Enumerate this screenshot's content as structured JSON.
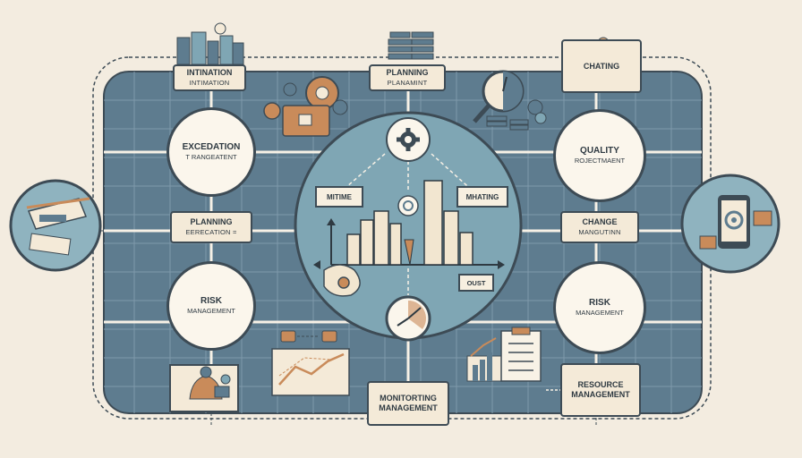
{
  "nodes": {
    "top_left": {
      "line1": "INTINATION",
      "line2": "INTIMATION"
    },
    "top_center": {
      "line1": "PLANNING",
      "line2": "PLANAMINT"
    },
    "top_right": {
      "line1": "CHATING"
    },
    "mid_left": {
      "line1": "PLANNING",
      "line2": "EERECATION ="
    },
    "mid_right": {
      "line1": "CHANGE",
      "line2": "MANGUTINN"
    },
    "bottom_center": {
      "line1": "MONITORTING",
      "line2": "MANAGEMENT"
    },
    "bottom_right": {
      "line1": "RESOURCE",
      "line2": "MANAGEMENT"
    }
  },
  "circles": {
    "left_top": {
      "line1": "EXCEDATION",
      "line2": "T RANGEATENT"
    },
    "left_bottom": {
      "line1": "RISK",
      "line2": "MANAGEMENT"
    },
    "right_top": {
      "line1": "QUALITY",
      "line2": "ROJECTMAENT"
    },
    "right_bottom": {
      "line1": "RISK",
      "line2": "MANAGEMENT"
    }
  },
  "callouts": {
    "left": "MITIME",
    "right": "MHATING",
    "bottom": "OUST"
  },
  "icons": [
    "city-buildings-icon",
    "coin-stack-icon",
    "team-people-icon",
    "gears-chest-icon",
    "magnifier-clock-icon",
    "gear-icon",
    "clock-icon",
    "phone-target-icon",
    "documents-pen-icon",
    "puzzle-people-icon",
    "growth-chart-icon",
    "clipboard-chart-icon",
    "bar-chart-icon"
  ],
  "colors": {
    "board": "#5e7c8f",
    "grid": "#7f9aab",
    "hub": "#7fa6b4",
    "outline": "#3d4b55",
    "paper": "#f4ead8",
    "accent": "#c98b5a"
  }
}
